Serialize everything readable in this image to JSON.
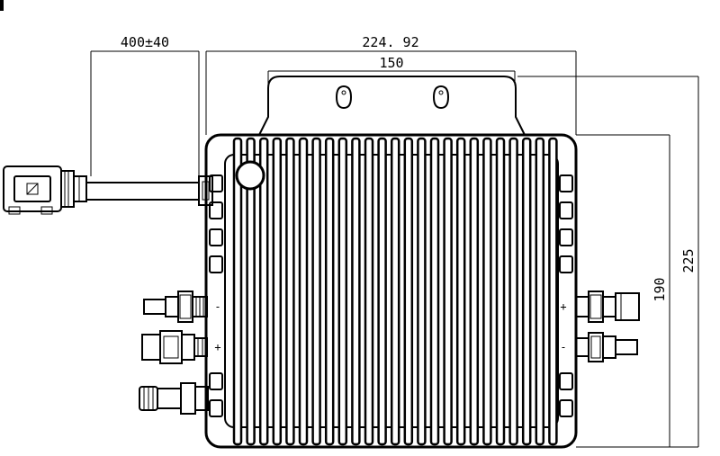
{
  "dimensions": {
    "cable_length": "400±40",
    "overall_width": "224. 92",
    "bracket_width": "150",
    "overall_height": "225",
    "body_height": "190"
  },
  "polarity_marks": {
    "left_upper": "-",
    "left_lower": "+",
    "right_upper": "+",
    "right_lower": "-"
  }
}
